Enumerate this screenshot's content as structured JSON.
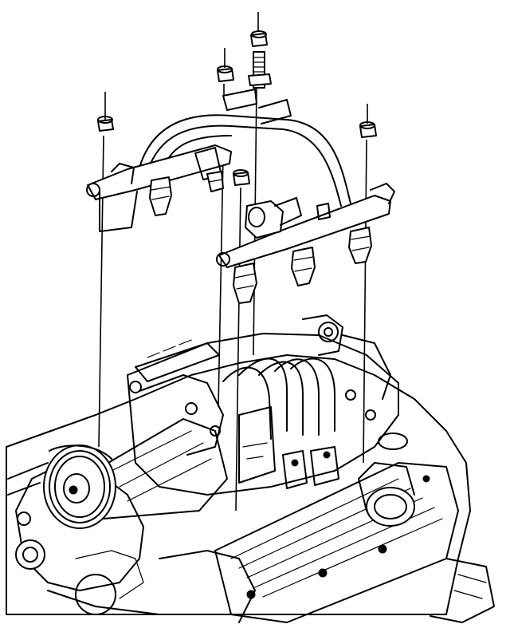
{
  "diagram": {
    "colors": {
      "ink": "#000000",
      "paper": "#ffffff"
    },
    "parts": [
      "fuel-rail-assembly",
      "fuel-injector",
      "fuel-rail-nut",
      "fuel-rail-stud",
      "intake-manifold",
      "supercharger-drive-pulley",
      "engine-block",
      "thermostat-housing",
      "valve-cover"
    ]
  }
}
